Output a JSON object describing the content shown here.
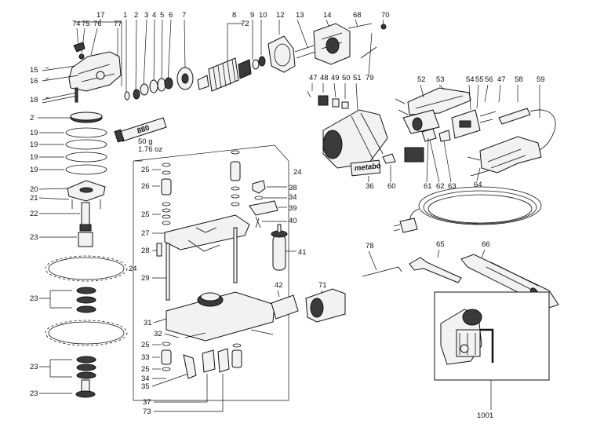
{
  "callouts": {
    "c1": "1",
    "c2": "2",
    "c3": "3",
    "c4": "4",
    "c5": "5",
    "c6": "6",
    "c7": "7",
    "c8": "8",
    "c9": "9",
    "c10": "10",
    "c12": "12",
    "c13": "13",
    "c14": "14",
    "c15": "15",
    "c16": "16",
    "c17": "17",
    "c18": "18",
    "c19": "19",
    "c20": "20",
    "c21": "21",
    "c22": "22",
    "c23": "23",
    "c24": "24",
    "c25": "25",
    "c26": "26",
    "c27": "27",
    "c28": "28",
    "c29": "29",
    "c31": "31",
    "c32": "32",
    "c33": "33",
    "c34": "34",
    "c35": "35",
    "c36": "36",
    "c37": "37",
    "c38": "38",
    "c39": "39",
    "c40": "40",
    "c41": "41",
    "c42": "42",
    "c47": "47",
    "c48": "48",
    "c49": "49",
    "c50": "50",
    "c51": "51",
    "c52": "52",
    "c53": "53",
    "c54": "54",
    "c55": "55",
    "c56": "56",
    "c58": "58",
    "c59": "59",
    "c60": "60",
    "c61": "61",
    "c62": "62",
    "c63": "63",
    "c64": "64",
    "c65": "65",
    "c66": "66",
    "c68": "68",
    "c70": "70",
    "c71": "71",
    "c72": "72",
    "c73": "73",
    "c74": "74",
    "c75": "75",
    "c76": "76",
    "c77": "77",
    "c78": "78",
    "c79": "79",
    "c1001": "1001"
  },
  "grease_tube": {
    "product": "880",
    "qty_g": "50 g",
    "qty_oz": "1.76 oz"
  },
  "brand_plate": "metabo"
}
